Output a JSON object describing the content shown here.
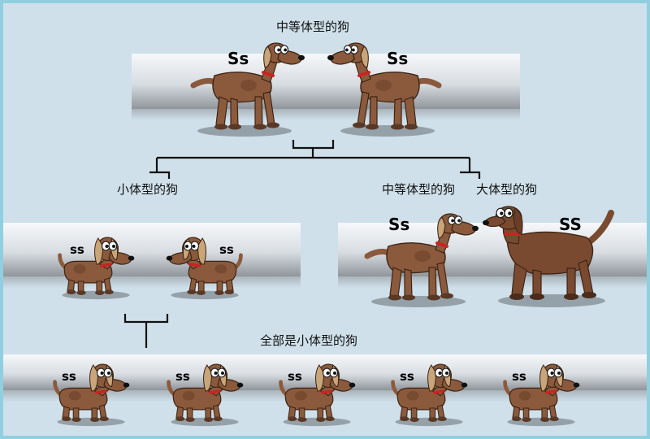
{
  "labels": {
    "parents_medium": "中等体型的狗",
    "offspring_small": "小体型的狗",
    "offspring_medium": "中等体型的狗",
    "offspring_large": "大体型的狗",
    "all_small": "全部是小体型的狗"
  },
  "genotypes": {
    "parent_left": "Ss",
    "parent_right": "Ss",
    "small_left": "ss",
    "small_right": "ss",
    "medium": "Ss",
    "large": "SS",
    "bottom_1": "ss",
    "bottom_2": "ss",
    "bottom_3": "ss",
    "bottom_4": "ss",
    "bottom_5": "ss"
  },
  "colors": {
    "background": "#cfe0ea",
    "border": "#8fcfe0",
    "dog_body": "#8b5a3c",
    "dog_spot": "#6b412a",
    "ear": "#c9a57a",
    "collar": "#cc2222",
    "large_dog": "#7a4a30"
  }
}
